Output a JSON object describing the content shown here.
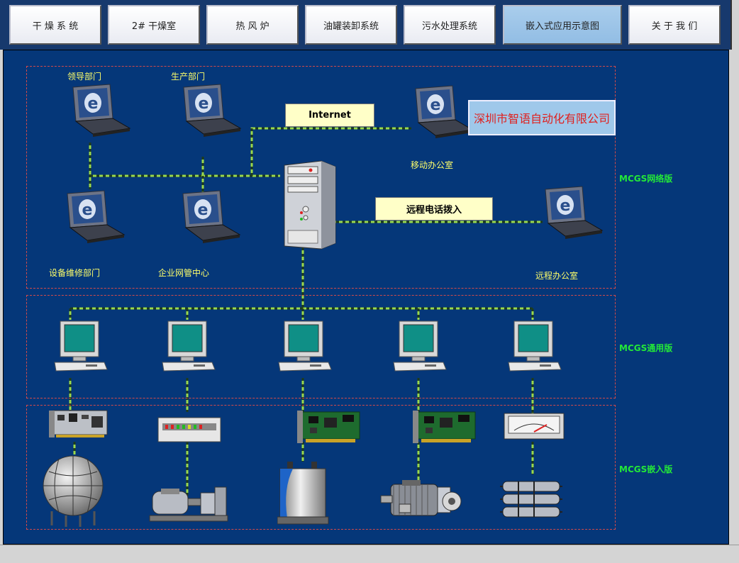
{
  "nav": {
    "buttons": [
      "干 燥 系 统",
      "2# 干燥室",
      "热 风 炉",
      "油罐装卸系统",
      "污水处理系统",
      "嵌入式应用示意图",
      "关 于 我 们"
    ],
    "active_index": 5
  },
  "zones": {
    "network": "MCGS网络版",
    "general": "MCGS通用版",
    "embedded": "MCGS嵌入版"
  },
  "labels": {
    "leadership": "领导部门",
    "production": "生产部门",
    "mobile_office": "移动办公室",
    "equipment_maintenance": "设备维修部门",
    "network_center": "企业网管中心",
    "remote_office": "远程办公室",
    "internet": "Internet",
    "remote_dialin": "远程电话拨入",
    "company": "深圳市智语自动化有限公司"
  },
  "colors": {
    "nav_bg": "#17396d",
    "main_bg": "#053779",
    "zone_border": "#d24a4a",
    "zone_label": "#23e838",
    "node_label": "#ffff6a",
    "link_line": "#9bd84a",
    "active_button": "#a9cdec"
  }
}
